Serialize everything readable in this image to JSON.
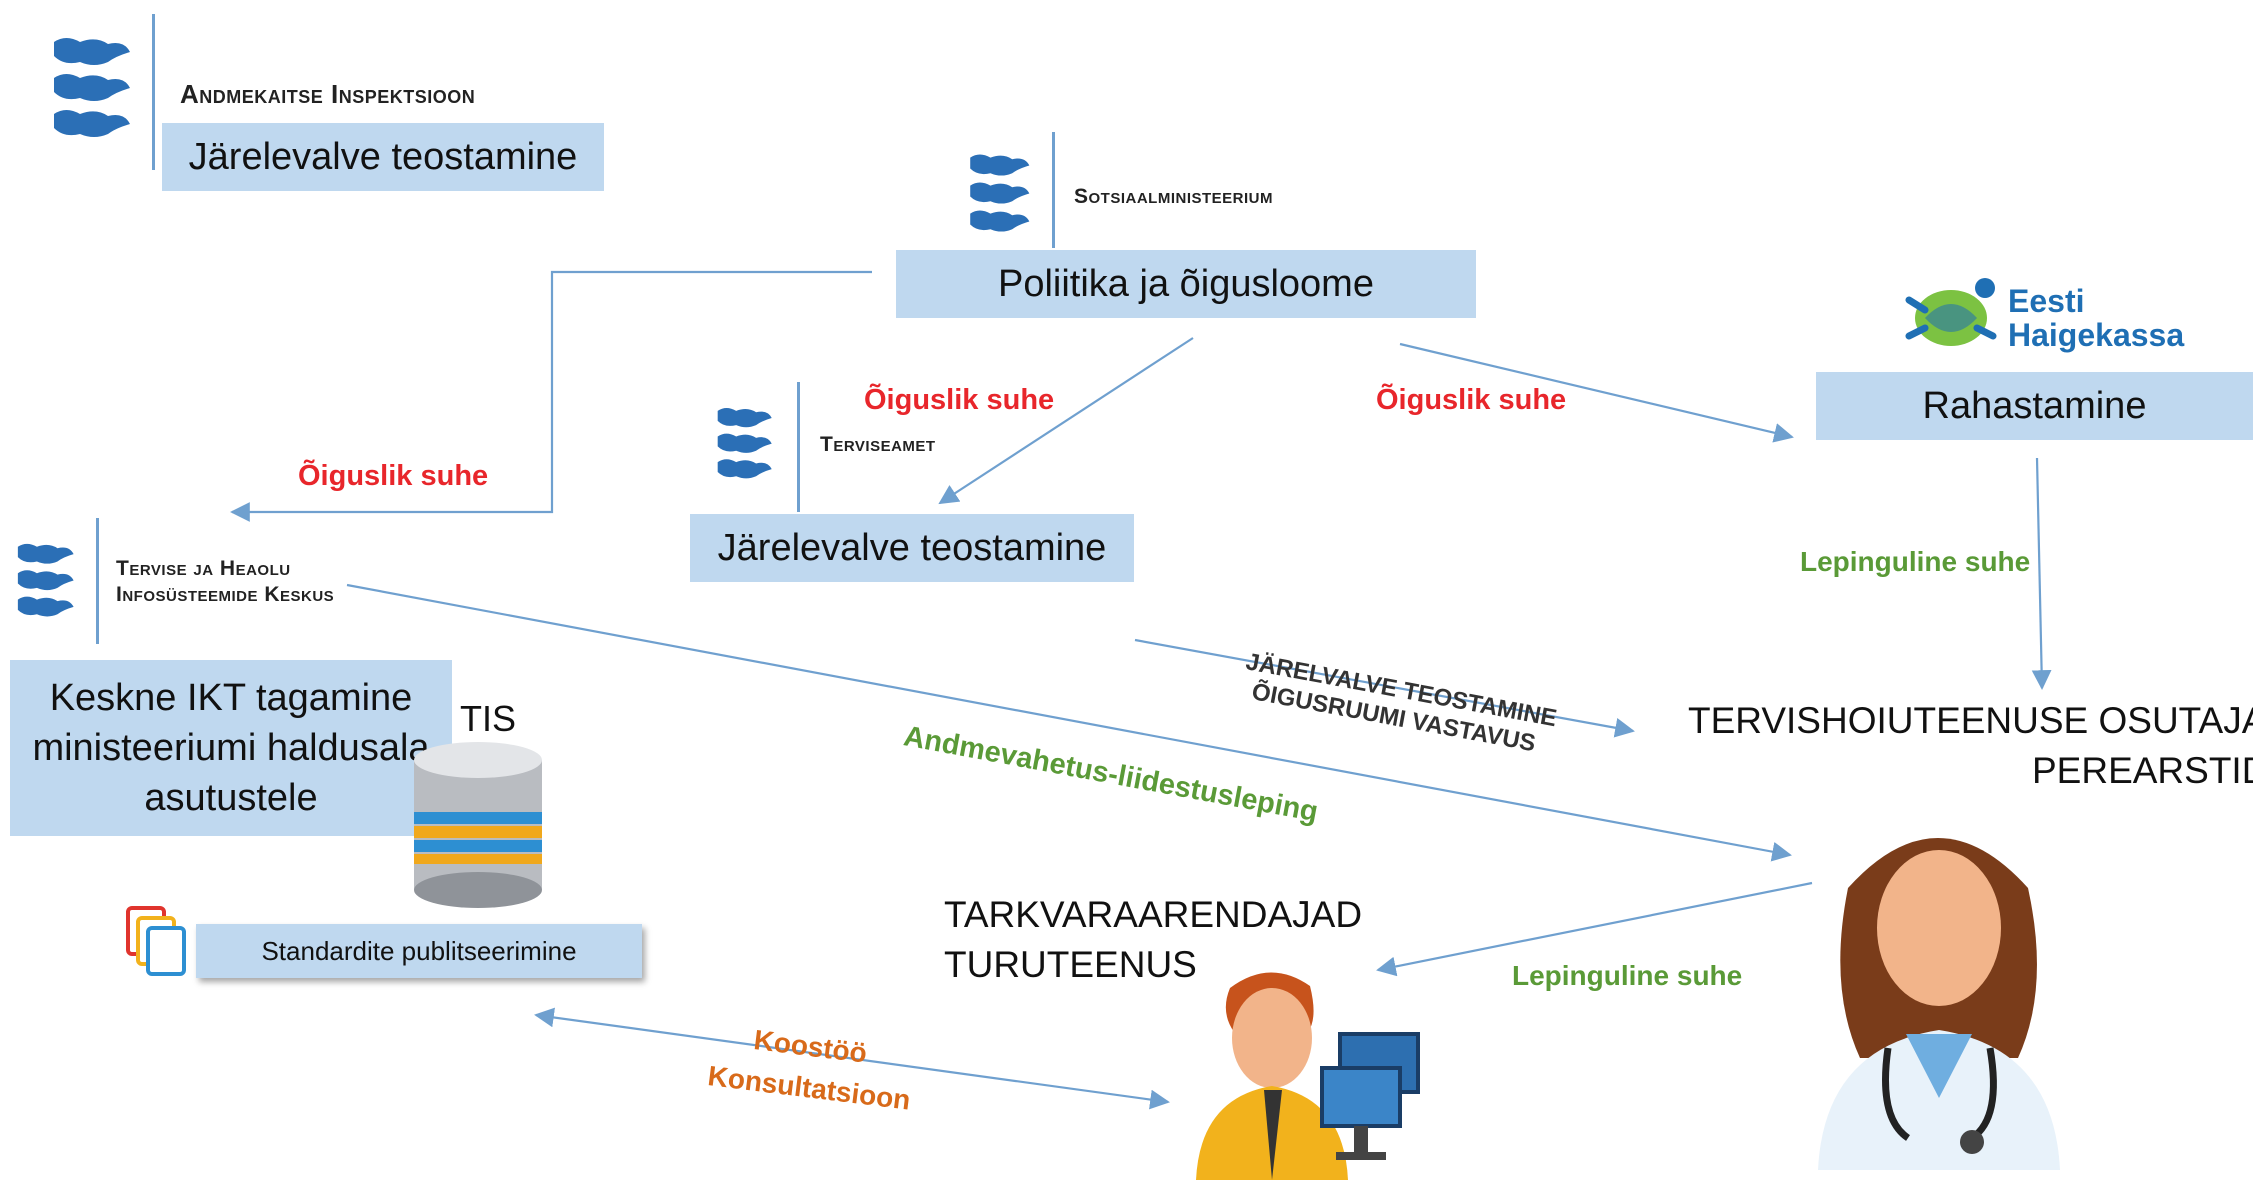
{
  "orgs": {
    "aki": {
      "name": "Andmekaitse Inspektsioon",
      "role": "Järelevalve teostamine"
    },
    "som": {
      "name": "Sotsiaalministeerium",
      "role": "Poliitika ja õigusloome"
    },
    "ta": {
      "name": "Terviseamet",
      "role": "Järelevalve teostamine"
    },
    "tehik": {
      "name_line1": "Tervise ja Heaolu",
      "name_line2": "Infosüsteemide Keskus",
      "role": "Keskne IKT tagamine ministeeriumi haldusala asutustele"
    },
    "haigekassa": {
      "logo_line1": "Eesti",
      "logo_line2": "Haigekassa",
      "role": "Rahastamine"
    }
  },
  "tis_label": "TIS",
  "standards_label": "Standardite publitseerimine",
  "providers": {
    "line1": "TERVISHOIUTEENUSE OSUTAJAD",
    "line2": "PEREARSTID"
  },
  "developers": {
    "line1": "TARKVARAARENDAJAD",
    "line2": "TURUTEENUS"
  },
  "relations": {
    "legal_1": "Õiguslik suhe",
    "legal_2": "Õiguslik suhe",
    "legal_3": "Õiguslik suhe",
    "contract_1": "Lepinguline suhe",
    "contract_2": "Lepinguline suhe",
    "data_exchange": "Andmevahetus-liidestusleping",
    "supervision_1": "JÄRELVALVE TEOSTAMINE",
    "supervision_2": "ÕIGUSRUUMI VASTAVUS",
    "coop_1": "Koostöö",
    "coop_2": "Konsultatsioon"
  },
  "colors": {
    "box": "#bfd8ef",
    "legal": "#e8262b",
    "contract": "#5a9a37",
    "coop": "#d86a1a",
    "arrow": "#6fa0cf"
  },
  "icons": [
    "estonian-coat-of-arms-icon",
    "haigekassa-turtle-logo-icon",
    "database-icon",
    "documents-icon",
    "doctor-avatar-icon",
    "developer-avatar-icon"
  ]
}
